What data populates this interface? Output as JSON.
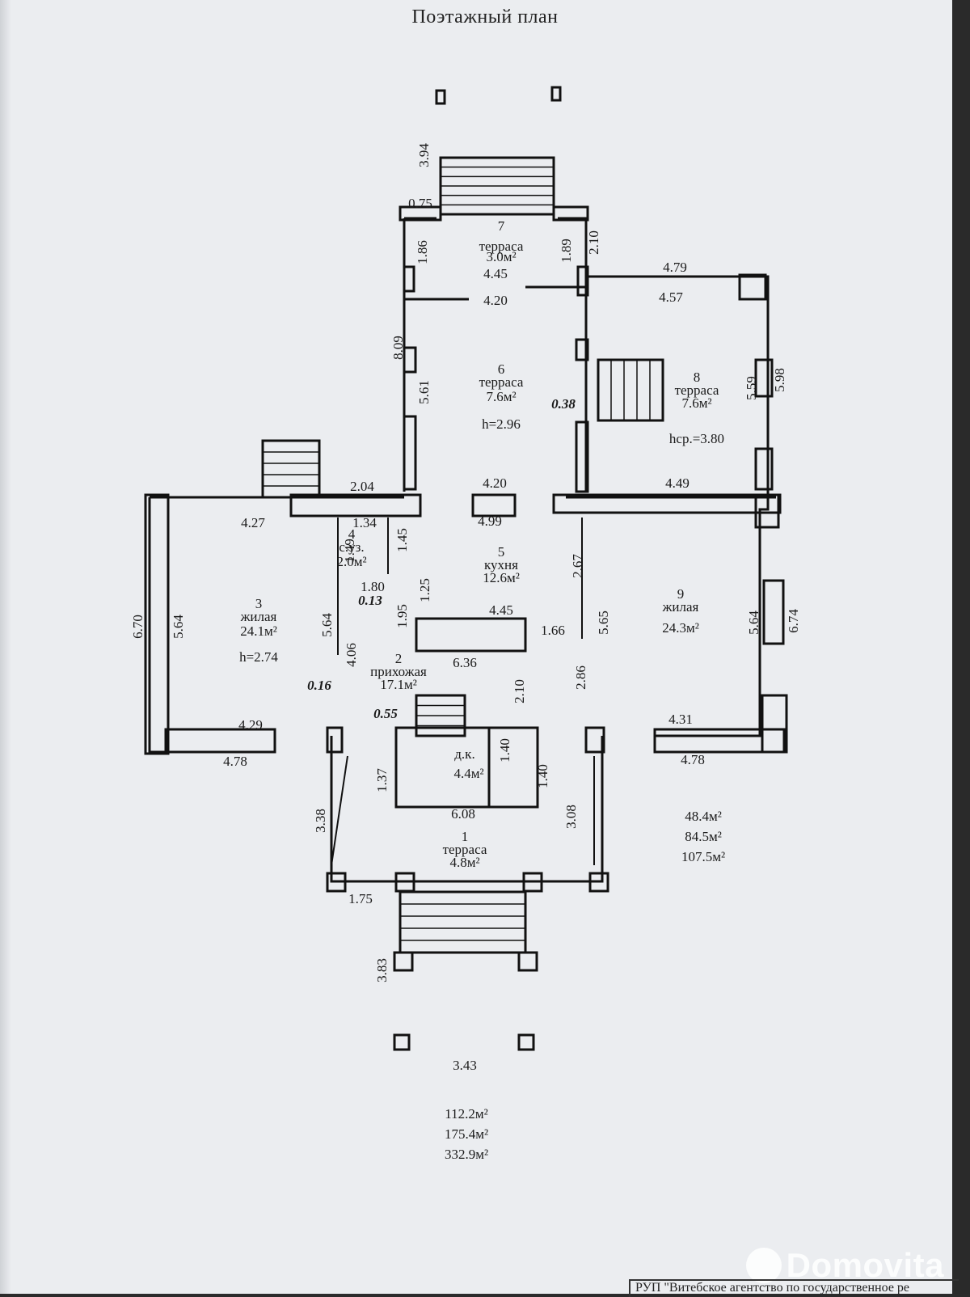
{
  "title": "Поэтажный план",
  "rooms": [
    {
      "num": "7",
      "name": "терраса",
      "area": "3.0м²"
    },
    {
      "num": "6",
      "name": "терраса",
      "area": "7.6м²",
      "extra": "h=2.96"
    },
    {
      "num": "8",
      "name": "терраса",
      "area": "7.6м²",
      "extra": "hср.=3.80"
    },
    {
      "num": "3",
      "name": "жилая",
      "area": "24.1м²",
      "extra": "h=2.74"
    },
    {
      "num": "4",
      "name": "с.уз.",
      "area": "2.0м²"
    },
    {
      "num": "5",
      "name": "кухня",
      "area": "12.6м²"
    },
    {
      "num": "9",
      "name": "жилая",
      "area": "24.3м²"
    },
    {
      "num": "2",
      "name": "прихожая",
      "area": "17.1м²"
    },
    {
      "num": "1",
      "name": "терраса",
      "area": "4.8м²"
    }
  ],
  "closet": {
    "letters": "д.к.",
    "area": "4.4м²"
  },
  "dimensions": [
    "3.94",
    "0.75",
    "1.86",
    "1.89",
    "2.10",
    "4.45",
    "4.20",
    "4.79",
    "4.57",
    "8.09",
    "5.61",
    "5.59",
    "5.98",
    "0.38",
    "4.20",
    "4.49",
    "2.04",
    "4.27",
    "1.34",
    "1.45",
    "1.49",
    "4.99",
    "2.67",
    "1.80",
    "0.13",
    "1.25",
    "1.95",
    "4.45",
    "6.70",
    "5.64",
    "5.64",
    "4.06",
    "1.66",
    "5.65",
    "5.64",
    "6.74",
    "6.36",
    "2.86",
    "0.16",
    "2.10",
    "0.55",
    "4.29",
    "4.31",
    "4.78",
    "4.78",
    "1.40",
    "1.37",
    "1.40",
    "3.38",
    "6.08",
    "3.08",
    "1.75",
    "3.83",
    "3.43"
  ],
  "totals_right": [
    "48.4м²",
    "84.5м²",
    "107.5м²"
  ],
  "totals_bottom": [
    "112.2м²",
    "175.4м²",
    "332.9м²"
  ],
  "watermark": "Domovita",
  "stamp": "РУП \"Витебское агентство по государственное ре"
}
